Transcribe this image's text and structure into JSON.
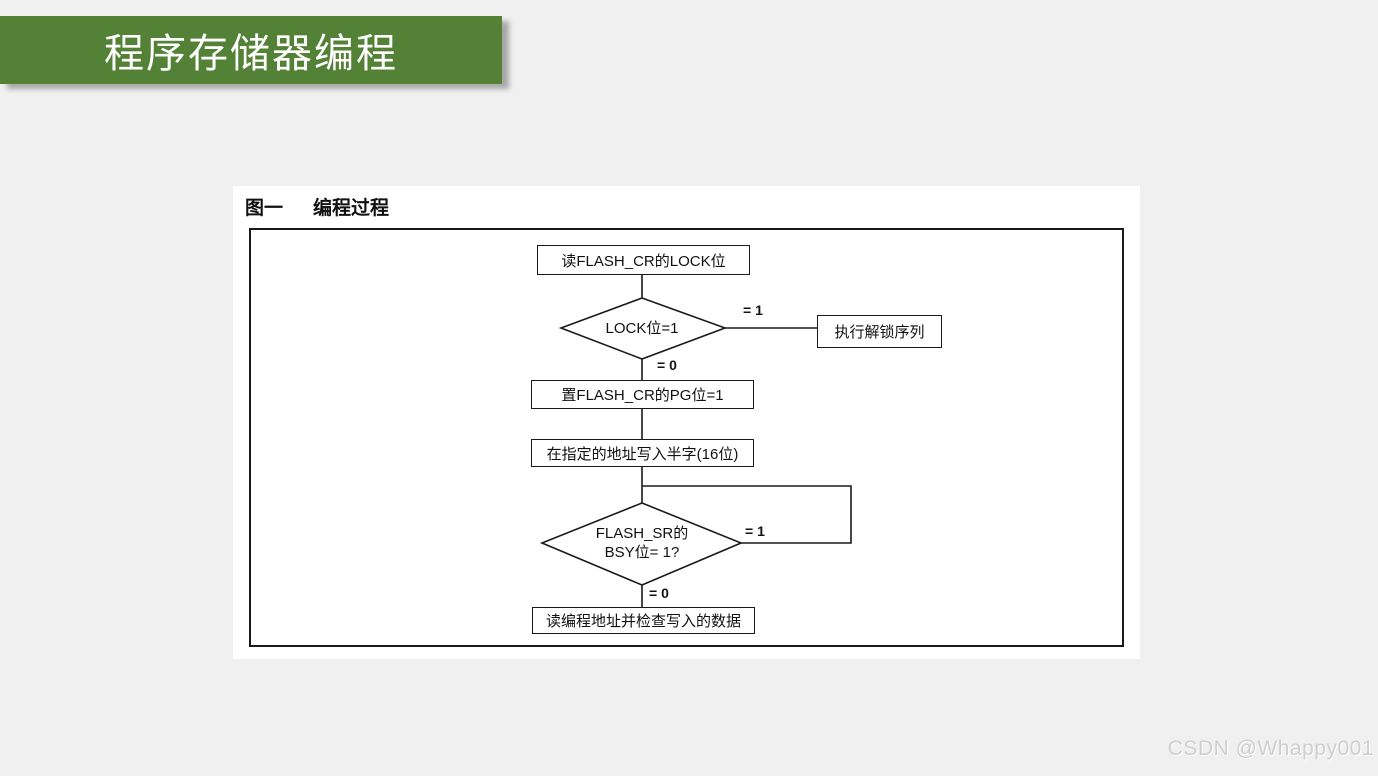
{
  "banner": {
    "title": "程序存储器编程"
  },
  "figure": {
    "label": "图一",
    "title": "编程过程"
  },
  "flowchart": {
    "start_box": "读FLASH_CR的LOCK位",
    "lock_diamond": "LOCK位=1",
    "lock_yes_label": "= 1",
    "lock_no_label": "= 0",
    "unlock_box": "执行解锁序列",
    "set_pg_box": "置FLASH_CR的PG位=1",
    "write_box": "在指定的地址写入半字(16位)",
    "busy_diamond_line1": "FLASH_SR的",
    "busy_diamond_line2": "BSY位= 1?",
    "busy_yes_label": "= 1",
    "busy_no_label": "= 0",
    "verify_box": "读编程地址并检查写入的数据"
  },
  "watermark": "CSDN @Whappy001",
  "colors": {
    "page_bg": "#f0f0f0",
    "banner_green": "#538135",
    "line_color": "#1a1a1a",
    "watermark_gray": "#cfcfcf"
  }
}
